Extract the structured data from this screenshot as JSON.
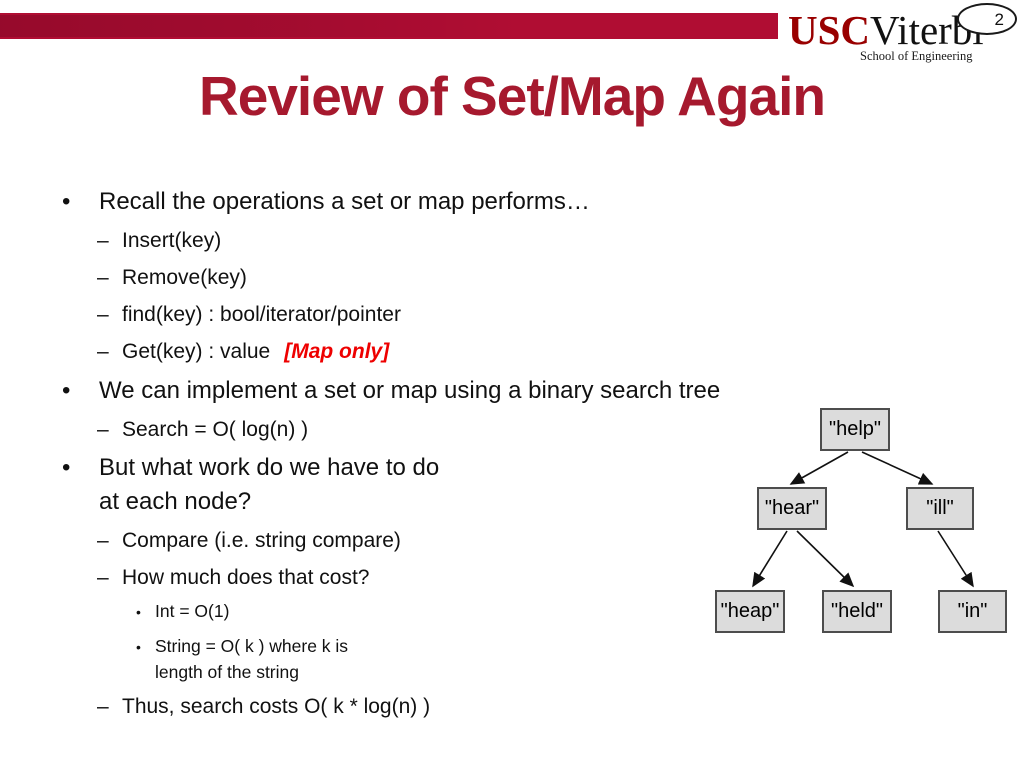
{
  "page_number": "2",
  "logo": {
    "usc": "USC",
    "viterbi": "Viterbi",
    "school": "School of Engineering"
  },
  "title": "Review of Set/Map Again",
  "colors": {
    "bar_red": "#b00d33",
    "title_red": "#a6192e",
    "usc_red": "#990000",
    "map_only_red": "#ee0000",
    "node_fill": "#dcdcdc",
    "node_border": "#4d4d4d"
  },
  "content": {
    "lines": [
      {
        "marker": "•",
        "text": "Recall the operations a set or map performs…"
      },
      {
        "marker": "–",
        "text": "Insert(key)"
      },
      {
        "marker": "–",
        "text": "Remove(key)"
      },
      {
        "marker": "–",
        "text": "find(key) : bool/iterator/pointer"
      },
      {
        "marker": "–",
        "text": "Get(key) : value",
        "note": "[Map only]"
      },
      {
        "marker": "•",
        "text": "We can implement a set or map using a binary search tree"
      },
      {
        "marker": "–",
        "text": "Search = O( log(n) )"
      },
      {
        "marker": "•",
        "text": "But what work do we have to do"
      },
      {
        "marker": "",
        "text": "at each node?"
      },
      {
        "marker": "–",
        "text": "Compare (i.e. string compare)"
      },
      {
        "marker": "–",
        "text": "How much does that cost?"
      },
      {
        "marker": "•",
        "text": "Int = O(1)"
      },
      {
        "marker": "•",
        "text": "String = O( k ) where k is"
      },
      {
        "marker": "",
        "text": "length of the string"
      },
      {
        "marker": "–",
        "text": "Thus, search costs O( k * log(n) )"
      }
    ]
  },
  "tree": {
    "help": "\"help\"",
    "hear": "\"hear\"",
    "ill": "\"ill\"",
    "heap": "\"heap\"",
    "held": "\"held\"",
    "in": "\"in\""
  }
}
